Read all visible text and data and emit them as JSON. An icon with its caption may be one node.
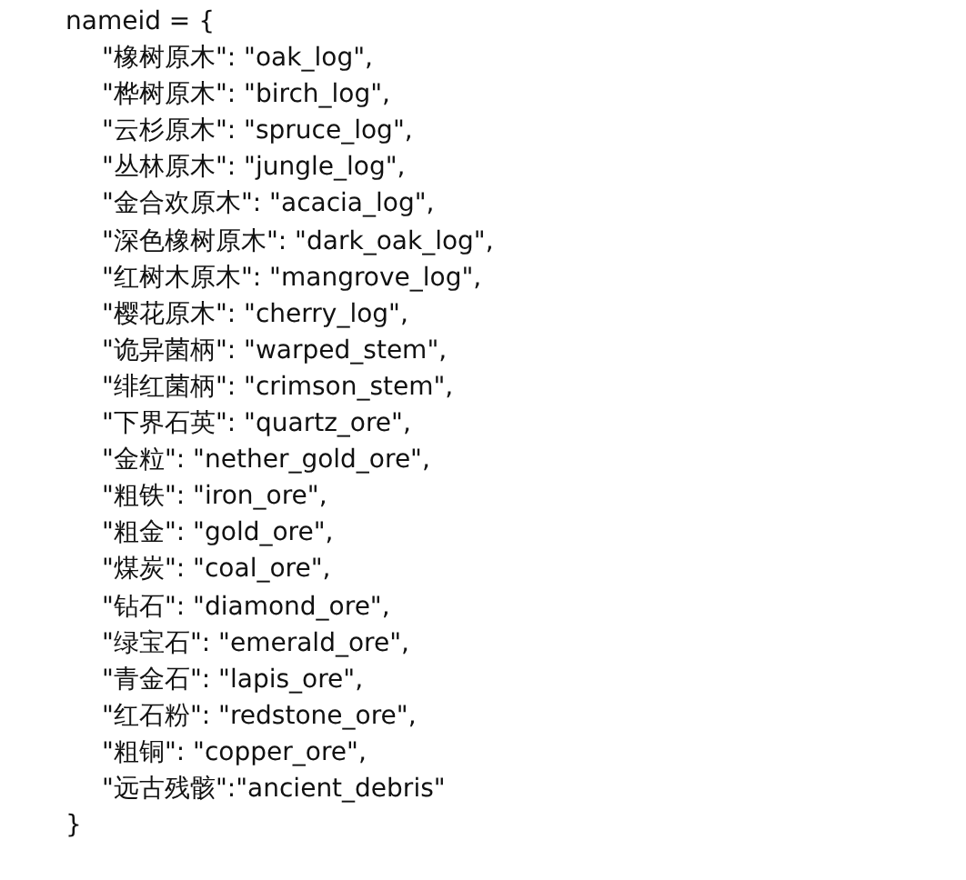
{
  "diagram": {
    "labels": [
      "nameid = {",
      "\"橡树原木\": \"oak_log\",",
      "\"桦树原木\": \"birch_log\",",
      "\"云杉原木\": \"spruce_log\",",
      "\"丛林原木\": \"jungle_log\",",
      "\"金合欢原木\": \"acacia_log\",",
      "\"深色橡树原木\": \"dark_oak_log\",",
      "\"红树木原木\": \"mangrove_log\",",
      "\"樱花原木\": \"cherry_log\",",
      "\"诡异菌柄\": \"warped_stem\",",
      "\"绯红菌柄\": \"crimson_stem\",",
      "\"下界石英\": \"quartz_ore\",",
      "\"金粒\": \"nether_gold_ore\",",
      "\"粗铁\": \"iron_ore\",",
      "\"粗金\": \"gold_ore\",",
      "\"煤炭\": \"coal_ore\",",
      "\"钻石\": \"diamond_ore\",",
      "\"绿宝石\": \"emerald_ore\",",
      "\"青金石\": \"lapis_ore\",",
      "\"红石粉\": \"redstone_ore\",",
      "\"粗铜\": \"copper_ore\",",
      "\"远古残骸\":\"ancient_debris\"",
      "}"
    ]
  }
}
